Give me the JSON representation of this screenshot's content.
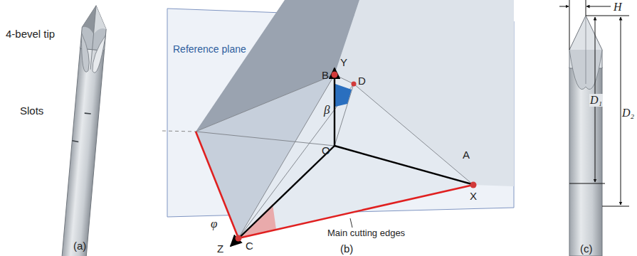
{
  "diagram": {
    "labels": [
      "4-bevel tip",
      "Slots",
      "(a)",
      "Reference plane",
      "Y",
      "B",
      "D",
      "β",
      "O",
      "A",
      "X",
      "Z",
      "C",
      "φ",
      "Main cutting edges",
      "(b)",
      "H",
      "D₁",
      "D₂",
      "(c)"
    ]
  }
}
